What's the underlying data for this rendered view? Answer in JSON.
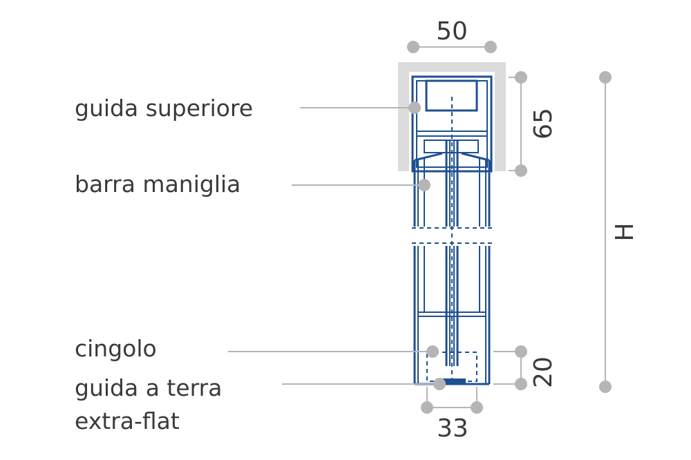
{
  "labels": {
    "top_guide": "guida superiore",
    "handle_bar": "barra maniglia",
    "belt": "cingolo",
    "floor_guide_line1": "guida a terra",
    "floor_guide_line2": "extra-flat"
  },
  "dimensions": {
    "width_top": "50",
    "height_top_guide": "65",
    "total_height": "H",
    "floor_guide_height": "20",
    "floor_guide_width": "33"
  },
  "colors": {
    "profile": "#1e4f91",
    "leader": "#b5b5b5",
    "housing": "#dcdcdc",
    "text": "#3a3a3a"
  }
}
